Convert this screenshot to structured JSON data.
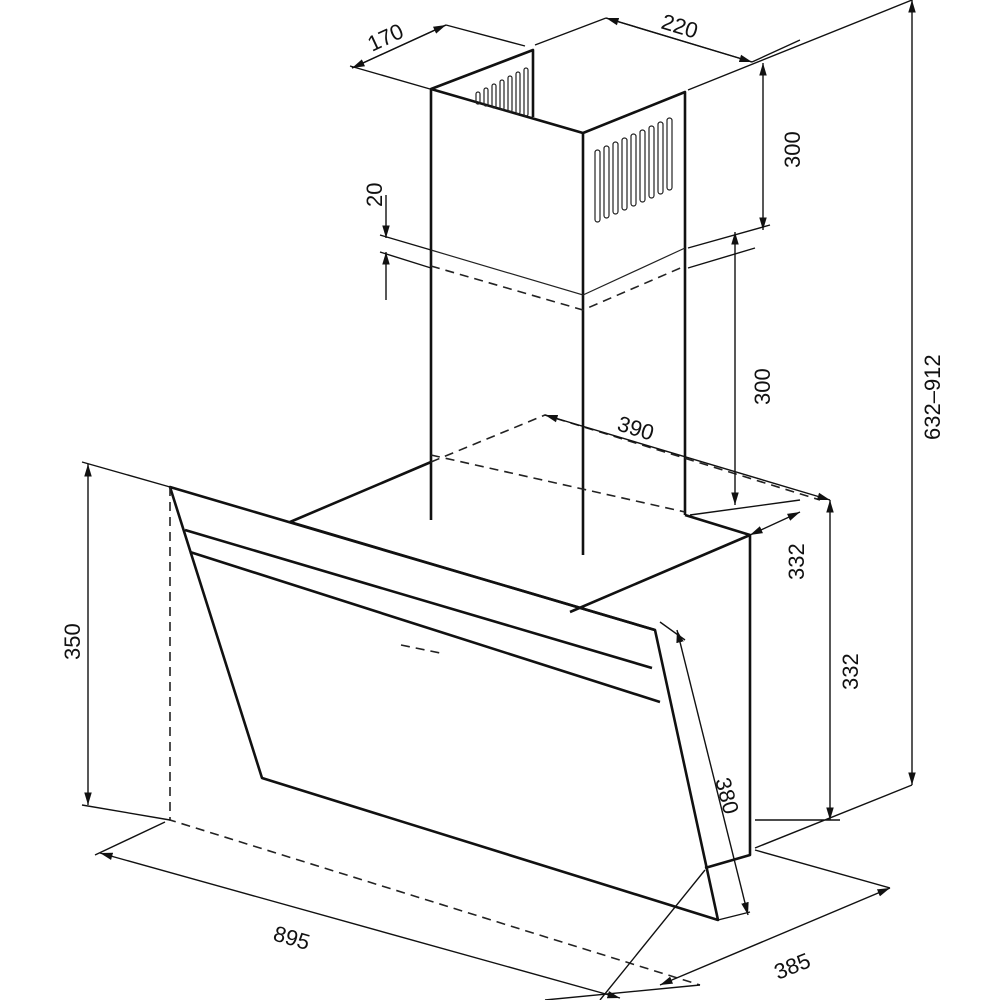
{
  "title": "Range hood dimension drawing",
  "dimensions": {
    "chimney_depth": "170",
    "chimney_width": "220",
    "upper_chimney_height": "300",
    "overlap": "20",
    "lower_chimney_height": "300",
    "body_depth_top": "390",
    "body_height_upper": "332",
    "body_height": "332",
    "total_height": "632–912",
    "glass_height": "350",
    "glass_slant": "380",
    "width": "895",
    "depth": "385"
  }
}
